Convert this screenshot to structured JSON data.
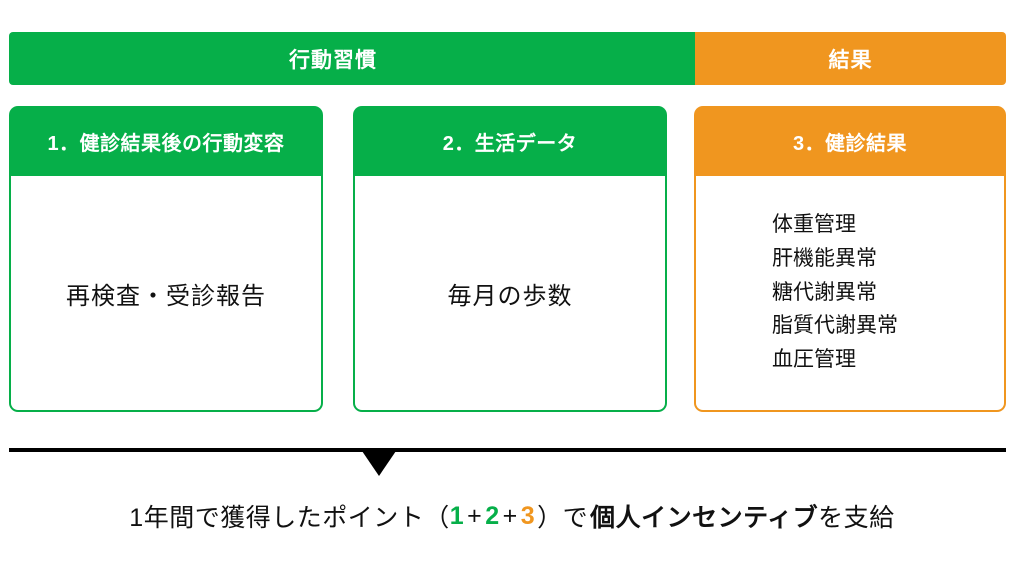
{
  "theme": {
    "green": "#06AF49",
    "orange": "#F0961F",
    "text": "#111111",
    "rule": "#000000",
    "card_bg": "#FFFFFF"
  },
  "banner": {
    "left_label": "行動習慣",
    "right_label": "結果",
    "arrow_icon": "chevron-right-arrow"
  },
  "cards": [
    {
      "id": "card-1",
      "header": "1．健診結果後の行動変容",
      "color": "green",
      "body_text": "再検査・受診報告",
      "items": []
    },
    {
      "id": "card-2",
      "header": "2．生活データ",
      "color": "green",
      "body_text": "毎月の歩数",
      "items": []
    },
    {
      "id": "card-3",
      "header": "3．健診結果",
      "color": "orange",
      "body_text": "",
      "items": [
        "体重管理",
        "肝機能異常",
        "糖代謝異常",
        "脂質代謝異常",
        "血圧管理"
      ]
    }
  ],
  "divider": {
    "arrow_icon": "triangle-down-icon"
  },
  "caption": {
    "prefix": "1年間で獲得したポイント（",
    "num1": "1",
    "plus1": "+",
    "num2": "2",
    "plus2": "+",
    "num3": "3",
    "close_paren": "）で",
    "emphasis": "個人インセンティブ",
    "suffix": "を支給"
  }
}
